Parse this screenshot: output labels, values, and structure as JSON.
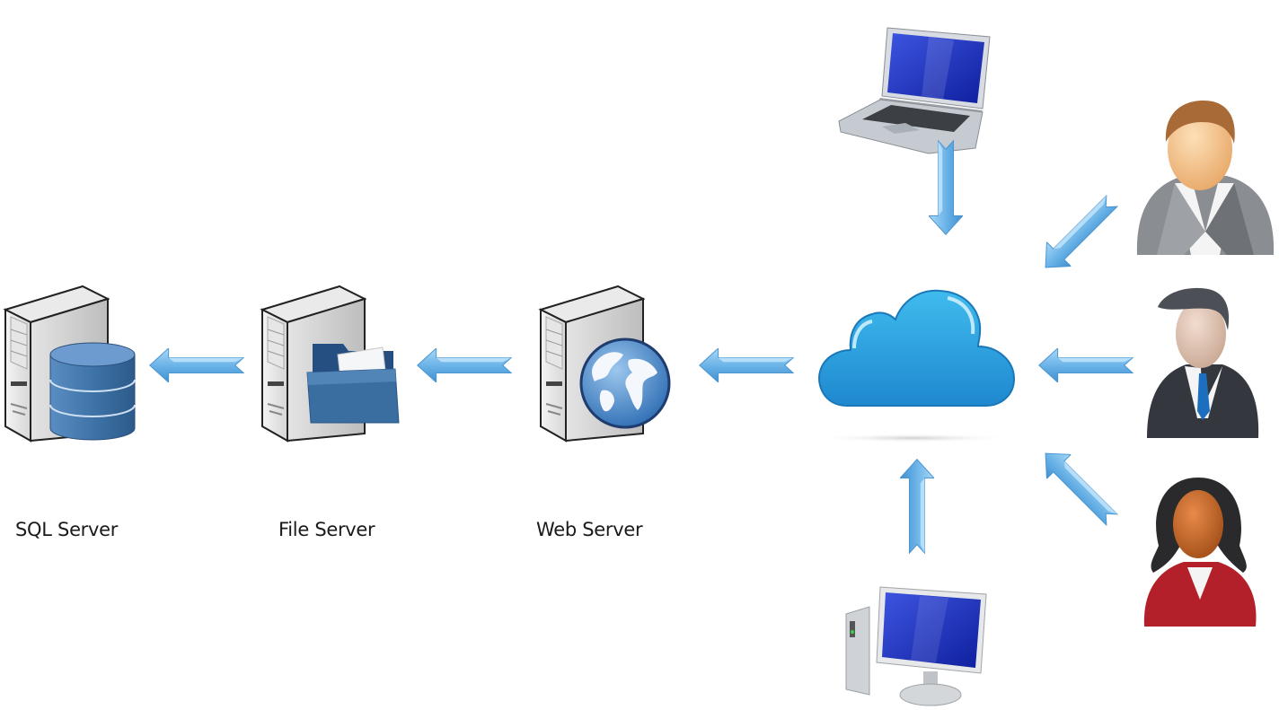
{
  "diagram": {
    "nodes": {
      "sql_server": {
        "label": "SQL Server",
        "icon": "database-server-icon"
      },
      "file_server": {
        "label": "File Server",
        "icon": "file-server-icon"
      },
      "web_server": {
        "label": "Web Server",
        "icon": "web-server-icon"
      },
      "cloud": {
        "icon": "cloud-icon"
      },
      "laptop": {
        "icon": "laptop-icon"
      },
      "desktop": {
        "icon": "desktop-computer-icon"
      },
      "user_1": {
        "icon": "user-man-casual-icon"
      },
      "user_2": {
        "icon": "user-man-business-icon"
      },
      "user_3": {
        "icon": "user-woman-icon"
      }
    },
    "edges": [
      {
        "from": "web_server",
        "to": "file_server",
        "direction": "left"
      },
      {
        "from": "file_server",
        "to": "sql_server",
        "direction": "left"
      },
      {
        "from": "cloud",
        "to": "web_server",
        "direction": "left"
      },
      {
        "from": "laptop",
        "to": "cloud",
        "direction": "down"
      },
      {
        "from": "desktop",
        "to": "cloud",
        "direction": "up"
      },
      {
        "from": "user_1",
        "to": "cloud",
        "direction": "down-left"
      },
      {
        "from": "user_2",
        "to": "cloud",
        "direction": "left"
      },
      {
        "from": "user_3",
        "to": "cloud",
        "direction": "up-left"
      }
    ],
    "colors": {
      "arrow": "#6cb4e8",
      "cloud": "#2a9ad8",
      "server_body": "#e2e2e2",
      "database": "#3f74a8",
      "folder": "#3a6ea0",
      "globe": "#3d7fc2",
      "screen": "#1a2fc4"
    }
  }
}
